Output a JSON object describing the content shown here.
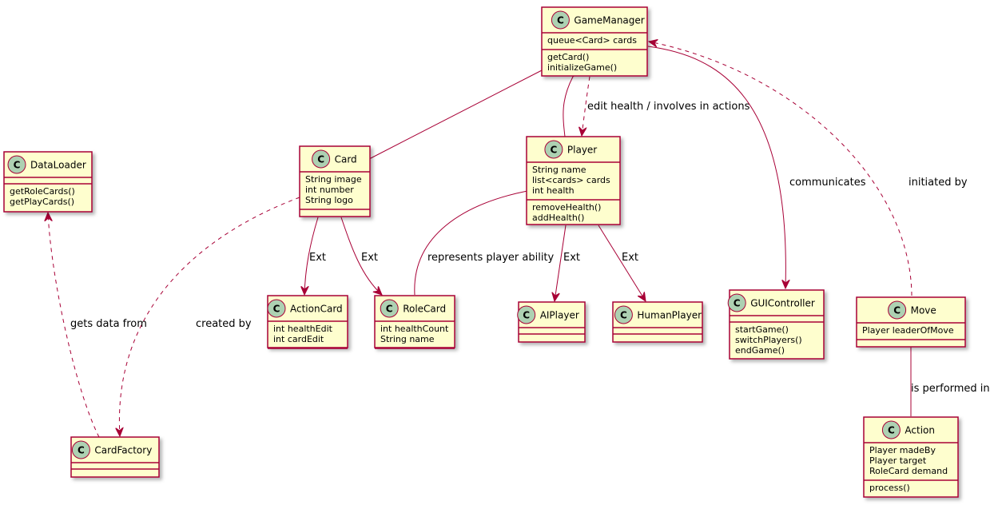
{
  "colors": {
    "class_fill": "#FEFECE",
    "border": "#A80036",
    "edge": "#A80036",
    "class_icon": "#ADD1B2",
    "text": "#000000"
  },
  "icon_letter": "C",
  "classes": [
    {
      "key": "gamemanager",
      "name": "GameManager",
      "attributes": [
        "queue<Card> cards"
      ],
      "methods": [
        "getCard()",
        "initializeGame()"
      ]
    },
    {
      "key": "dataloader",
      "name": "DataLoader",
      "attributes": [],
      "methods": [
        "getRoleCards()",
        "getPlayCards()"
      ]
    },
    {
      "key": "card",
      "name": "Card",
      "attributes": [
        "String image",
        "int number",
        "String logo"
      ],
      "methods": []
    },
    {
      "key": "player",
      "name": "Player",
      "attributes": [
        "String name",
        "list<cards> cards",
        "int health"
      ],
      "methods": [
        "removeHealth()",
        "addHealth()"
      ]
    },
    {
      "key": "actioncard",
      "name": "ActionCard",
      "attributes": [
        "int healthEdit",
        "int cardEdit"
      ],
      "methods": []
    },
    {
      "key": "rolecard",
      "name": "RoleCard",
      "attributes": [
        "int healthCount",
        "String name"
      ],
      "methods": []
    },
    {
      "key": "aiplayer",
      "name": "AIPlayer",
      "attributes": [],
      "methods": []
    },
    {
      "key": "humanplayer",
      "name": "HumanPlayer",
      "attributes": [],
      "methods": []
    },
    {
      "key": "guicontroller",
      "name": "GUIController",
      "attributes": [],
      "methods": [
        "startGame()",
        "switchPlayers()",
        "endGame()"
      ]
    },
    {
      "key": "move",
      "name": "Move",
      "attributes": [
        "Player leaderOfMove"
      ],
      "methods": []
    },
    {
      "key": "cardfactory",
      "name": "CardFactory",
      "attributes": [],
      "methods": []
    },
    {
      "key": "action",
      "name": "Action",
      "attributes": [
        "Player madeBy",
        "Player target",
        "RoleCard demand"
      ],
      "methods": [
        "process()"
      ]
    }
  ],
  "relations": [
    {
      "key": "gm-card",
      "from": "gamemanager",
      "to": "card",
      "type": "aggregation",
      "label": ""
    },
    {
      "key": "gm-player-composition",
      "from": "gamemanager",
      "to": "player",
      "type": "composition",
      "label": ""
    },
    {
      "key": "gm-player-dependency",
      "from": "gamemanager",
      "to": "player",
      "type": "dependency",
      "label": "edit health / involves in actions"
    },
    {
      "key": "gm-gui",
      "from": "gamemanager",
      "to": "guicontroller",
      "type": "association",
      "label": "communicates"
    },
    {
      "key": "move-gm",
      "from": "move",
      "to": "gamemanager",
      "type": "dependency",
      "label": "initiated by"
    },
    {
      "key": "card-cardfactory",
      "from": "card",
      "to": "cardfactory",
      "type": "dependency",
      "label": "created by"
    },
    {
      "key": "cardfactory-dataloader",
      "from": "cardfactory",
      "to": "dataloader",
      "type": "dependency",
      "label": "gets data from"
    },
    {
      "key": "card-actioncard",
      "from": "card",
      "to": "actioncard",
      "type": "association",
      "label": "Ext"
    },
    {
      "key": "card-rolecard",
      "from": "card",
      "to": "rolecard",
      "type": "association",
      "label": "Ext"
    },
    {
      "key": "player-rolecard",
      "from": "player",
      "to": "rolecard",
      "type": "composition",
      "label": "represents player ability"
    },
    {
      "key": "player-aiplayer",
      "from": "player",
      "to": "aiplayer",
      "type": "association",
      "label": "Ext"
    },
    {
      "key": "player-humanplayer",
      "from": "player",
      "to": "humanplayer",
      "type": "association",
      "label": "Ext"
    },
    {
      "key": "move-action",
      "from": "move",
      "to": "action",
      "type": "aggregation",
      "label": "is performed in"
    }
  ]
}
